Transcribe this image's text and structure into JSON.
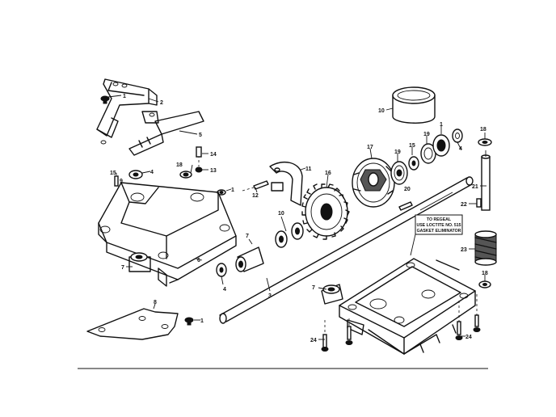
{
  "diagram": {
    "callouts": {
      "c1a": "1",
      "c2": "2",
      "c5": "5",
      "c14": "14",
      "c13": "13",
      "c4a": "4",
      "c15": "15",
      "c18a": "18",
      "c9": "9",
      "c1b": "1",
      "c12": "12",
      "c11": "11",
      "c10": "10",
      "c19a": "19",
      "c17": "17",
      "c19b": "19",
      "c15b": "15",
      "c16": "16",
      "c1c": "1",
      "c4b": "4",
      "c18b": "18",
      "c20": "20",
      "c21": "21",
      "c22": "22",
      "c23": "23",
      "c18c": "18",
      "c3a": "3",
      "c6": "6",
      "c7a": "7",
      "c8": "8",
      "c1d": "1",
      "c4c": "4",
      "c3b": "3",
      "c7b": "7",
      "c24a": "24",
      "c24b": "24"
    },
    "note": {
      "line1": "TO REGEAL",
      "line2": "USE LOCTITE NO. 515",
      "line3": "GASKET ELIMINATOR"
    }
  }
}
